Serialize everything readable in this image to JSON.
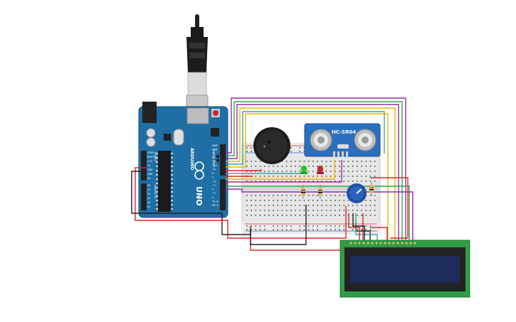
{
  "arduino": {
    "brand_label": "ARDUINO",
    "model_label": "UNO",
    "header_labels": [
      "AREF",
      "GND",
      "13",
      "12",
      "~11",
      "~10",
      "~9",
      "8",
      "7",
      "~6",
      "~5",
      "4",
      "~3",
      "2",
      "TX→1",
      "RX←0"
    ],
    "power_labels": [
      "IOREF",
      "RESET",
      "3.3V",
      "5V",
      "GND",
      "GND",
      "Vin"
    ],
    "analog_labels": [
      "A0",
      "A1",
      "A2",
      "A3",
      "A4",
      "A5"
    ],
    "power_title": "POWER",
    "analog_title": "ANALOG IN",
    "digital_title": "DIGITAL (PWM~)"
  },
  "sensor": {
    "label": "HC-SR04"
  },
  "colors": {
    "arduino_board": "#1f6fa6",
    "breadboard": "#e6e6e6",
    "lcd_board": "#2f9c46",
    "lcd_screen": "#1d2a5c",
    "wire_red": "#d62828",
    "wire_black": "#222222",
    "wire_yellow": "#e6b800",
    "wire_green": "#2aa84a",
    "wire_purple": "#9b2aa8",
    "wire_teal": "#3aa6a6",
    "led_green": "#2ec22e",
    "led_red": "#c22a2a",
    "sensor_blue": "#2b6fbf",
    "pot_blue": "#2050a0"
  },
  "icons": [
    "usb-cable-icon",
    "buzzer-icon",
    "potentiometer-icon",
    "led-icon",
    "resistor-icon"
  ]
}
